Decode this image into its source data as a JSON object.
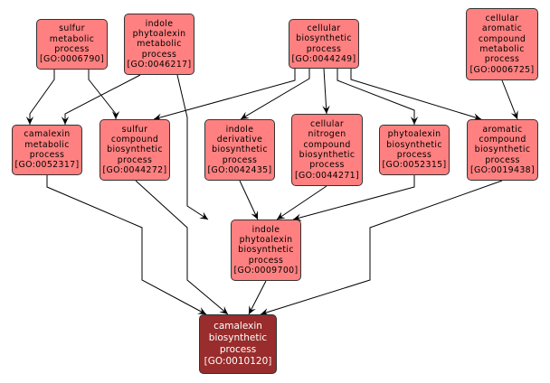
{
  "diagram": {
    "type": "GO term ancestry graph",
    "colors": {
      "node_fill": "#ff8080",
      "focus_fill": "#992c2c",
      "border": "#333333",
      "edge": "#000000",
      "focus_text": "#ffffff"
    },
    "nodes": [
      {
        "id": "GO:0006790",
        "name": "sulfur\nmetabolic\nprocess",
        "term": "[GO:0006790]"
      },
      {
        "id": "GO:0046217",
        "name": "indole\nphytoalexin\nmetabolic\nprocess",
        "term": "[GO:0046217]"
      },
      {
        "id": "GO:0044249",
        "name": "cellular\nbiosynthetic\nprocess",
        "term": "[GO:0044249]"
      },
      {
        "id": "GO:0006725",
        "name": "cellular\naromatic\ncompound\nmetabolic\nprocess",
        "term": "[GO:0006725]"
      },
      {
        "id": "GO:0052317",
        "name": "camalexin\nmetabolic\nprocess",
        "term": "[GO:0052317]"
      },
      {
        "id": "GO:0044272",
        "name": "sulfur\ncompound\nbiosynthetic\nprocess",
        "term": "[GO:0044272]"
      },
      {
        "id": "GO:0042435",
        "name": "indole\nderivative\nbiosynthetic\nprocess",
        "term": "[GO:0042435]"
      },
      {
        "id": "GO:0044271",
        "name": "cellular\nnitrogen\ncompound\nbiosynthetic\nprocess",
        "term": "[GO:0044271]"
      },
      {
        "id": "GO:0052315",
        "name": "phytoalexin\nbiosynthetic\nprocess",
        "term": "[GO:0052315]"
      },
      {
        "id": "GO:0019438",
        "name": "aromatic\ncompound\nbiosynthetic\nprocess",
        "term": "[GO:0019438]"
      },
      {
        "id": "GO:0009700",
        "name": "indole\nphytoalexin\nbiosynthetic\nprocess",
        "term": "[GO:0009700]"
      },
      {
        "id": "GO:0010120",
        "name": "camalexin\nbiosynthetic\nprocess",
        "term": "[GO:0010120]",
        "focus": true
      }
    ],
    "edges": [
      {
        "from": "GO:0006790",
        "to": "GO:0052317"
      },
      {
        "from": "GO:0006790",
        "to": "GO:0044272"
      },
      {
        "from": "GO:0046217",
        "to": "GO:0052317"
      },
      {
        "from": "GO:0046217",
        "to": "GO:0009700"
      },
      {
        "from": "GO:0044249",
        "to": "GO:0044272"
      },
      {
        "from": "GO:0044249",
        "to": "GO:0042435"
      },
      {
        "from": "GO:0044249",
        "to": "GO:0044271"
      },
      {
        "from": "GO:0044249",
        "to": "GO:0052315"
      },
      {
        "from": "GO:0044249",
        "to": "GO:0019438"
      },
      {
        "from": "GO:0006725",
        "to": "GO:0019438"
      },
      {
        "from": "GO:0052317",
        "to": "GO:0010120"
      },
      {
        "from": "GO:0044272",
        "to": "GO:0010120"
      },
      {
        "from": "GO:0042435",
        "to": "GO:0009700"
      },
      {
        "from": "GO:0044271",
        "to": "GO:0009700"
      },
      {
        "from": "GO:0052315",
        "to": "GO:0009700"
      },
      {
        "from": "GO:0019438",
        "to": "GO:0009700"
      },
      {
        "from": "GO:0019438",
        "to": "GO:0010120"
      },
      {
        "from": "GO:0009700",
        "to": "GO:0010120"
      }
    ]
  }
}
